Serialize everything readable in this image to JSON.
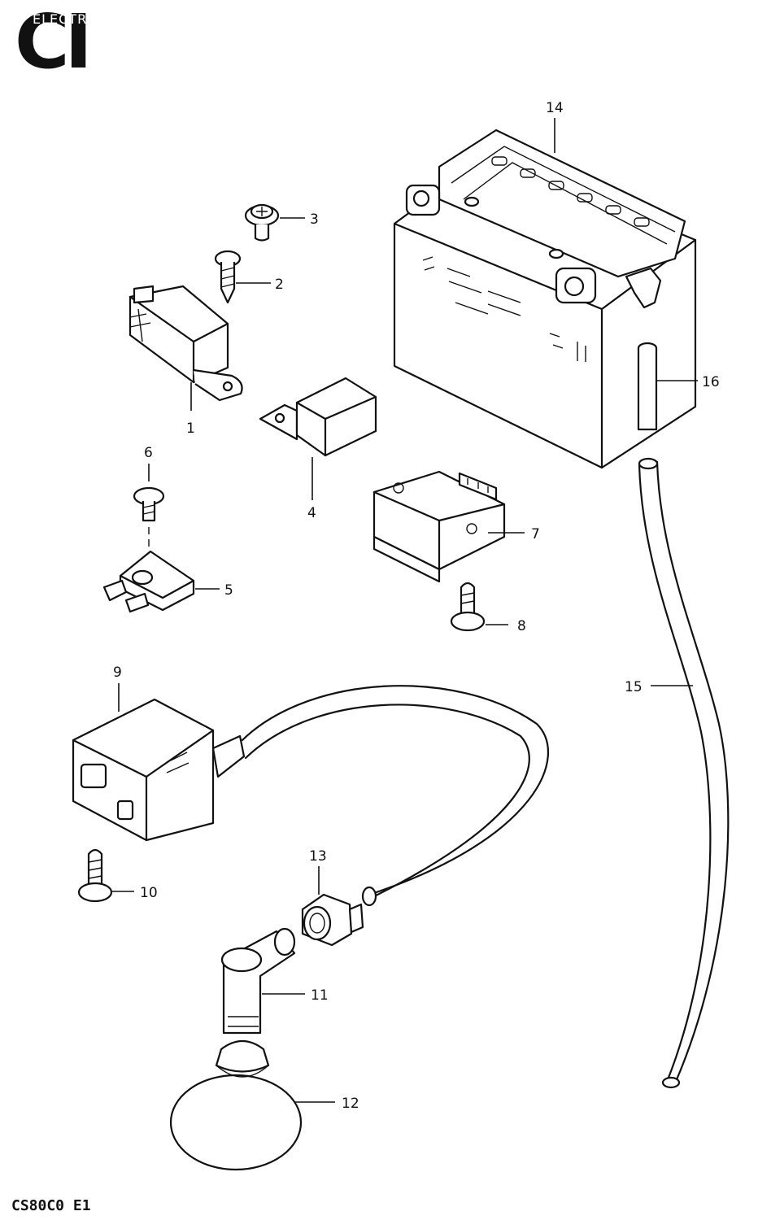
{
  "header": {
    "title": "CI",
    "subtitle": "ELECTRICAL"
  },
  "footer": {
    "code": "CS80C0 E1"
  },
  "callouts": {
    "c1": "1",
    "c2": "2",
    "c3": "3",
    "c4": "4",
    "c5": "5",
    "c6": "6",
    "c7": "7",
    "c8": "8",
    "c9": "9",
    "c10": "10",
    "c11": "11",
    "c12": "12",
    "c13": "13",
    "c14": "14",
    "c15": "15",
    "c16": "16"
  }
}
